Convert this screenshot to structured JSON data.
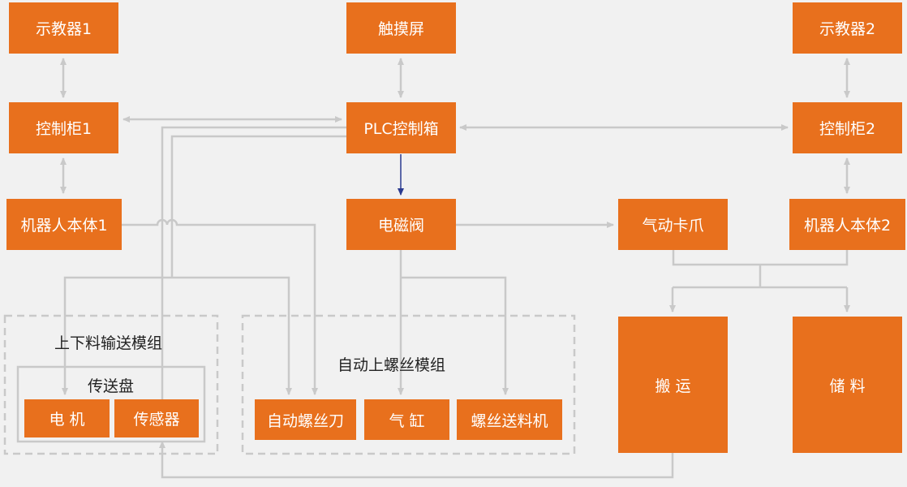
{
  "nodes": {
    "teach1": "示教器1",
    "touch": "触摸屏",
    "teach2": "示教器2",
    "ctrl1": "控制柜1",
    "plc": "PLC控制箱",
    "ctrl2": "控制柜2",
    "robot1": "机器人本体1",
    "valve": "电磁阀",
    "gripper": "气动卡爪",
    "robot2": "机器人本体2",
    "move": "搬  运",
    "store": "储  料",
    "motor": "电  机",
    "sensor": "传感器",
    "screwdriver": "自动螺丝刀",
    "cylinder": "气  缸",
    "feeder": "螺丝送料机"
  },
  "groups": {
    "loading_module": "上下料输送模组",
    "conveyor": "传送盘",
    "screw_module": "自动上螺丝模组"
  },
  "colors": {
    "box": "#e8701d",
    "line": "#c9c9c9",
    "dashed": "#c9c9c9",
    "highlight_arrow": "#2b3a8f",
    "background": "#f1f1f1"
  }
}
